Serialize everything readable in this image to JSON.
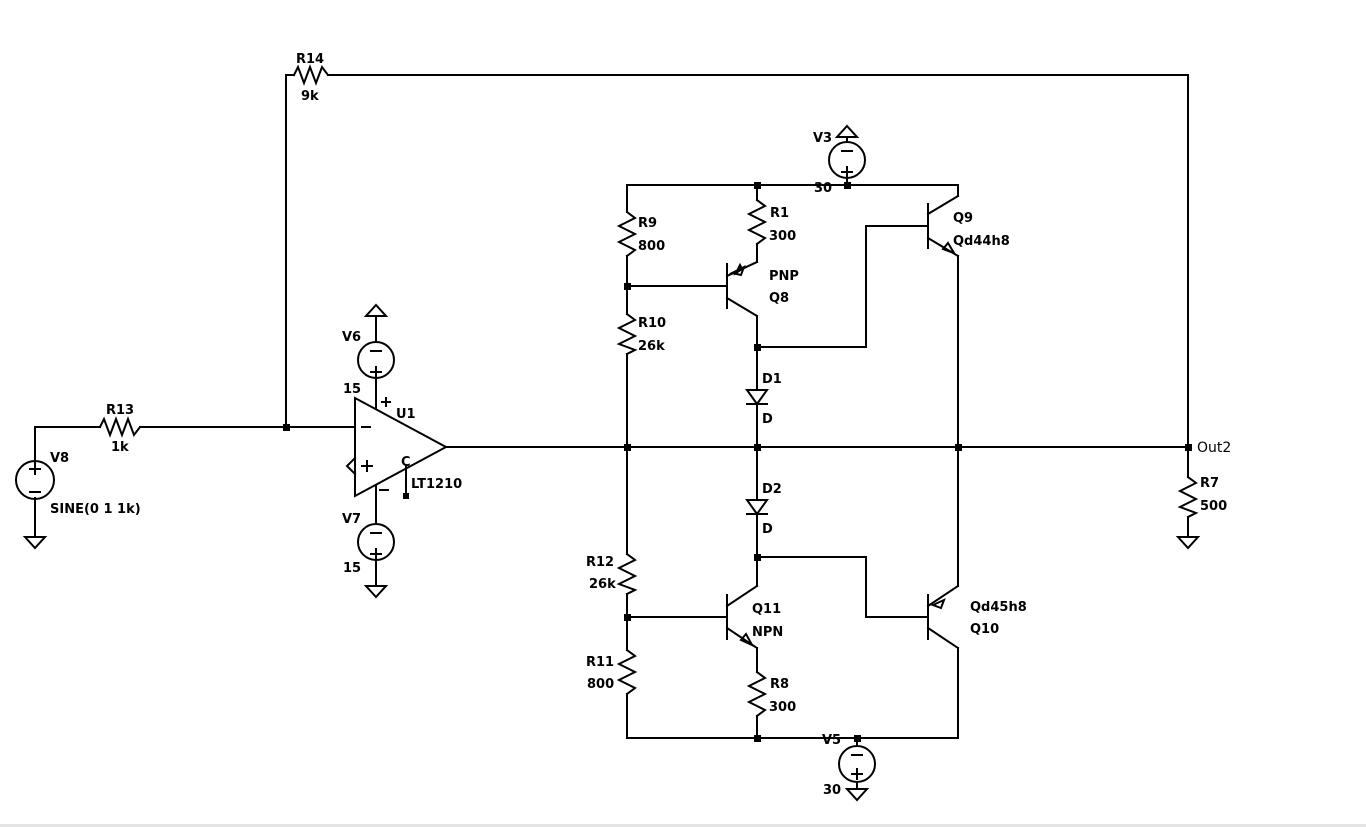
{
  "components": {
    "r14": {
      "ref": "R14",
      "value": "9k"
    },
    "r13": {
      "ref": "R13",
      "value": "1k"
    },
    "v8": {
      "ref": "V8",
      "value": "SINE(0 1 1k)"
    },
    "v6": {
      "ref": "V6",
      "value": "15"
    },
    "v7": {
      "ref": "V7",
      "value": "15"
    },
    "u1": {
      "ref": "U1",
      "value": "LT1210",
      "pin_c": "C"
    },
    "v3": {
      "ref": "V3",
      "value": "30"
    },
    "v5": {
      "ref": "V5",
      "value": "30"
    },
    "r9": {
      "ref": "R9",
      "value": "800"
    },
    "r10": {
      "ref": "R10",
      "value": "26k"
    },
    "r12": {
      "ref": "R12",
      "value": "26k"
    },
    "r11": {
      "ref": "R11",
      "value": "800"
    },
    "r1": {
      "ref": "R1",
      "value": "300"
    },
    "r8": {
      "ref": "R8",
      "value": "300"
    },
    "q8": {
      "ref": "Q8",
      "value": "PNP"
    },
    "q11": {
      "ref": "Q11",
      "value": "NPN"
    },
    "q9": {
      "ref": "Q9",
      "value": "Qd44h8"
    },
    "q10": {
      "ref": "Q10",
      "value": "Qd45h8"
    },
    "d1": {
      "ref": "D1",
      "value": "D"
    },
    "d2": {
      "ref": "D2",
      "value": "D"
    },
    "r7": {
      "ref": "R7",
      "value": "500"
    }
  },
  "nets": {
    "out": "Out2"
  }
}
